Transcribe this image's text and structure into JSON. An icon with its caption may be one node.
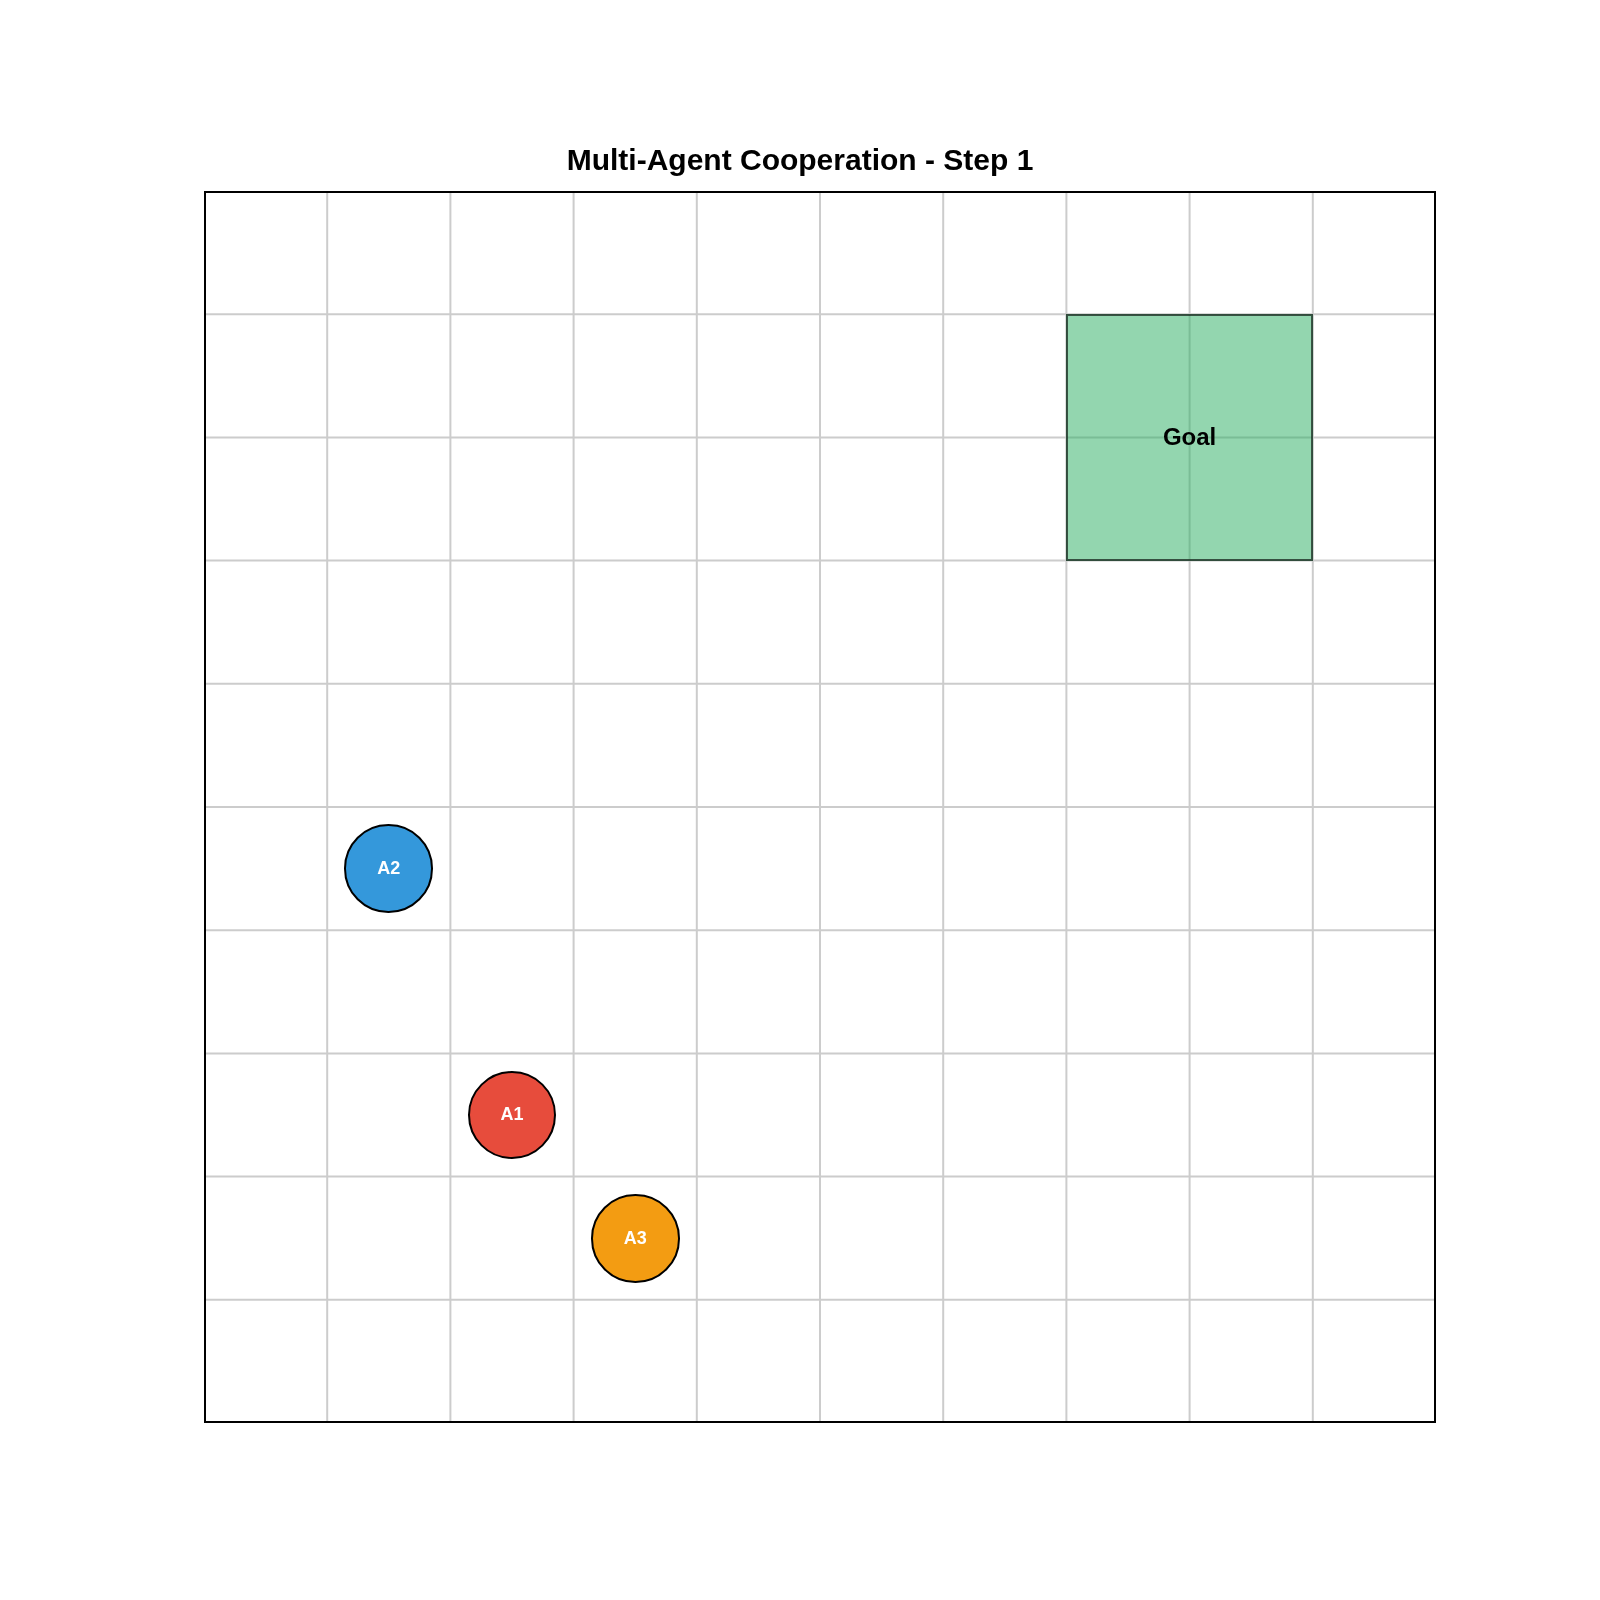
{
  "diagram": {
    "title": "Multi-Agent Cooperation - Step 1",
    "nodes": [
      {
        "text": [
          "Goal"
        ]
      },
      {
        "text": [
          "A2"
        ]
      },
      {
        "text": [
          "A1"
        ]
      },
      {
        "text": [
          "A3"
        ]
      }
    ]
  }
}
